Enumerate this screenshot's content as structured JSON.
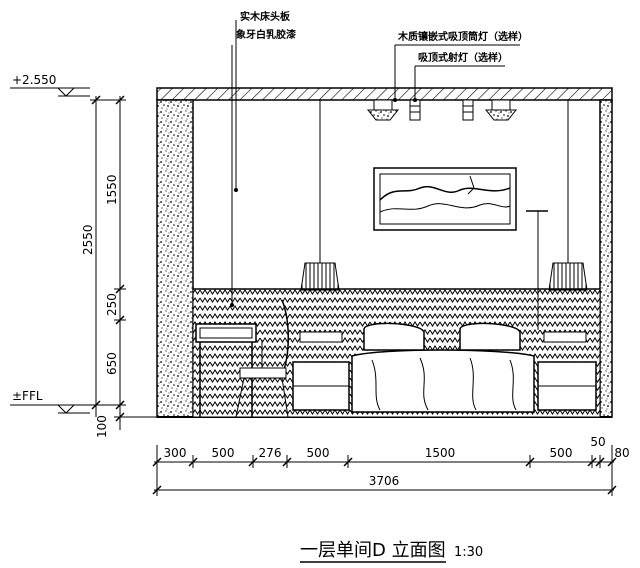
{
  "annotations": {
    "headboard_line1": "实木床头板",
    "headboard_line2": "象牙白乳胶漆",
    "downlight": "木质镶嵌式吸顶筒灯（选样）",
    "spotlight": "吸顶式射灯（选样）"
  },
  "levels": {
    "top": "+2.550",
    "floor": "±FFL"
  },
  "vertical_dims": {
    "overall": "2550",
    "upper": "1550",
    "middle": "250",
    "lower": "650",
    "base": "100"
  },
  "horizontal_dims": {
    "segments": [
      "300",
      "500",
      "276",
      "500",
      "1500",
      "500",
      "50",
      "80"
    ],
    "total": "3706"
  },
  "title": {
    "text": "一层单间D 立面图",
    "scale": "1:30"
  }
}
